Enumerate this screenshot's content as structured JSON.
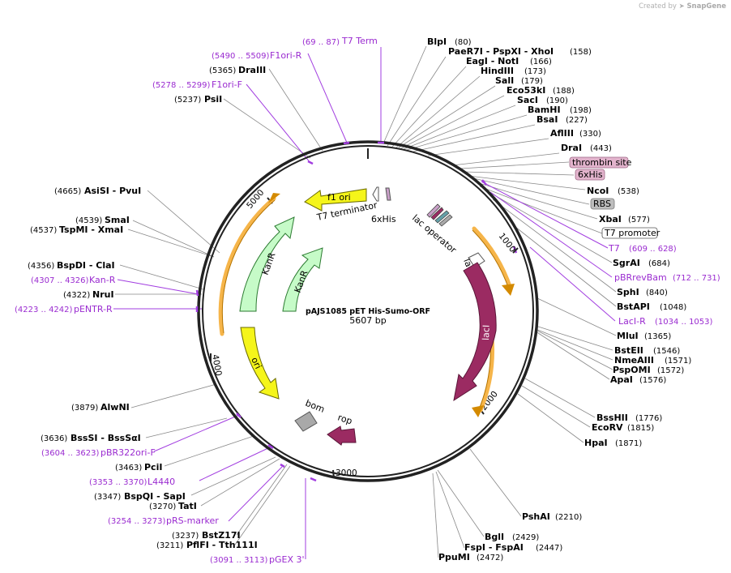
{
  "credit": {
    "prefix": "Created by",
    "brand": "SnapGene"
  },
  "plasmid": {
    "name": "pAJS1085 pET His-Sumo-ORF",
    "length_label": "5607 bp"
  },
  "ticks": [
    "1000",
    "2000",
    "3000",
    "4000",
    "5000"
  ],
  "features": {
    "f1_ori": "f1 ori",
    "t7_terminator": "T7 terminator",
    "his_6x": "6xHis",
    "lac_operator": "lac operator",
    "laci_promoter": "lacI promoter",
    "laci": "lacI",
    "kanr_outer": "KanR",
    "kanr_inner": "KanR",
    "ori": "ori",
    "bom": "bom",
    "rop": "rop"
  },
  "right_labels": [
    {
      "name": "BlpI",
      "pos": "(80)"
    },
    {
      "name": "PaeR7I - PspXI - XhoI",
      "pos": "(158)"
    },
    {
      "name": "EagI - NotI",
      "pos": "(166)"
    },
    {
      "name": "HindIII",
      "pos": "(173)"
    },
    {
      "name": "SalI",
      "pos": "(179)"
    },
    {
      "name": "Eco53kI",
      "pos": "(188)"
    },
    {
      "name": "SacI",
      "pos": "(190)"
    },
    {
      "name": "BamHI",
      "pos": "(198)"
    },
    {
      "name": "BsaI",
      "pos": "(227)"
    },
    {
      "name": "AflIII",
      "pos": "(330)"
    },
    {
      "name": "DraI",
      "pos": "(443)"
    },
    {
      "name": "NcoI",
      "pos": "(538)"
    },
    {
      "name": "XbaI",
      "pos": "(577)"
    },
    {
      "name": "SgrAI",
      "pos": "(684)"
    },
    {
      "name": "SphI",
      "pos": "(840)"
    },
    {
      "name": "BstAPI",
      "pos": "(1048)"
    },
    {
      "name": "MluI",
      "pos": "(1365)"
    },
    {
      "name": "BstEII",
      "pos": "(1546)"
    },
    {
      "name": "NmeAIII",
      "pos": "(1571)"
    },
    {
      "name": "PspOMI",
      "pos": "(1572)"
    },
    {
      "name": "ApaI",
      "pos": "(1576)"
    },
    {
      "name": "BssHII",
      "pos": "(1776)"
    },
    {
      "name": "EcoRV",
      "pos": "(1815)"
    },
    {
      "name": "HpaI",
      "pos": "(1871)"
    },
    {
      "name": "PshAI",
      "pos": "(2210)"
    },
    {
      "name": "BglI",
      "pos": "(2429)"
    },
    {
      "name": "FspI - FspAI",
      "pos": "(2447)"
    },
    {
      "name": "PpuMI",
      "pos": "(2472)"
    }
  ],
  "right_features": {
    "thrombin": "thrombin site",
    "his": "6xHis",
    "rbs": "RBS",
    "t7_promoter": "T7 promoter"
  },
  "right_primers": [
    {
      "name": "T7",
      "pos": "(609 .. 628)"
    },
    {
      "name": "pBRrevBam",
      "pos": "(712 .. 731)"
    },
    {
      "name": "LacI-R",
      "pos": "(1034 .. 1053)"
    }
  ],
  "top_primer": {
    "name": "T7 Term",
    "pos": "(69 .. 87)"
  },
  "left_labels": [
    {
      "name": "DraIII",
      "pos": "(5365)"
    },
    {
      "name": "PsiI",
      "pos": "(5237)"
    },
    {
      "name": "AsiSI - PvuI",
      "pos": "(4665)"
    },
    {
      "name": "SmaI",
      "pos": "(4539)"
    },
    {
      "name": "TspMI - XmaI",
      "pos": "(4537)"
    },
    {
      "name": "BspDI - ClaI",
      "pos": "(4356)"
    },
    {
      "name": "NruI",
      "pos": "(4322)"
    },
    {
      "name": "AlwNI",
      "pos": "(3879)"
    },
    {
      "name": "BssSI - BssSαI",
      "pos": "(3636)"
    },
    {
      "name": "PciI",
      "pos": "(3463)"
    },
    {
      "name": "BspQI - SapI",
      "pos": "(3347)"
    },
    {
      "name": "TatI",
      "pos": "(3270)"
    },
    {
      "name": "BstZ17I",
      "pos": "(3237)"
    },
    {
      "name": "PflFI - Tth111I",
      "pos": "(3211)"
    }
  ],
  "left_primers": [
    {
      "name": "F1ori-R",
      "pos": "(5490 .. 5509)"
    },
    {
      "name": "F1ori-F",
      "pos": "(5278 .. 5299)"
    },
    {
      "name": "Kan-R",
      "pos": "(4307 .. 4326)"
    },
    {
      "name": "pENTR-R",
      "pos": "(4223 .. 4242)"
    },
    {
      "name": "pBR322ori-F",
      "pos": "(3604 .. 3623)"
    },
    {
      "name": "L4440",
      "pos": "(3353 .. 3370)"
    },
    {
      "name": "pRS-marker",
      "pos": "(3254 .. 3273)"
    },
    {
      "name": "pGEX 3'",
      "pos": "(3091 .. 3113)"
    }
  ]
}
